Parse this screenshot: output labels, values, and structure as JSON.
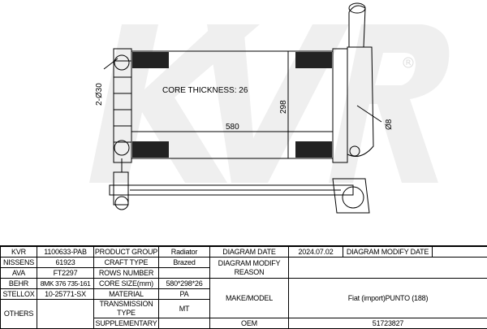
{
  "drawing": {
    "watermark": "KVR",
    "registered": "®",
    "core_thickness": "CORE THICKNESS: 26",
    "width_dim": "580",
    "height_dim": "298",
    "hole_dim": "2-Ø30",
    "pipe_dim": "Ø8"
  },
  "table": {
    "kvr_label": "KVR",
    "kvr_value": "1100633-PAB",
    "nissens_label": "NISSENS",
    "nissens_value": "61923",
    "ava_label": "AVA",
    "ava_value": "FT2297",
    "behr_label": "BEHR",
    "behr_value": "8MK 376 735-161",
    "stellox_label": "STELLOX",
    "stellox_value": "10-25771-SX",
    "others_label": "OTHERS",
    "others_value": "",
    "product_group_label": "PRODUCT GROUP",
    "product_group_value": "Radiator",
    "craft_type_label": "CRAFT TYPE",
    "craft_type_value": "Brazed",
    "rows_number_label": "ROWS NUMBER",
    "rows_number_value": "",
    "core_size_label": "CORE SIZE(mm)",
    "core_size_value": "580*298*26",
    "material_label": "MATERIAL",
    "material_value": "PA",
    "transmission_label": "TRANSMISSION TYPE",
    "transmission_value": "MT",
    "supplementary_label": "SUPPLEMENTARY",
    "supplementary_value": "",
    "diagram_date_label": "DIAGRAM DATE",
    "diagram_date_value": "2024.07.02",
    "diagram_modify_date_label": "DIAGRAM MODIFY DATE",
    "diagram_modify_date_value": "",
    "diagram_modify_reason_label": "DIAGRAM MODIFY REASON",
    "diagram_modify_reason_value": "",
    "make_model_label": "MAKE/MODEL",
    "make_model_value": "Fiat (import)PUNTO (188)",
    "oem_label": "OEM",
    "oem_value": "51723827"
  }
}
